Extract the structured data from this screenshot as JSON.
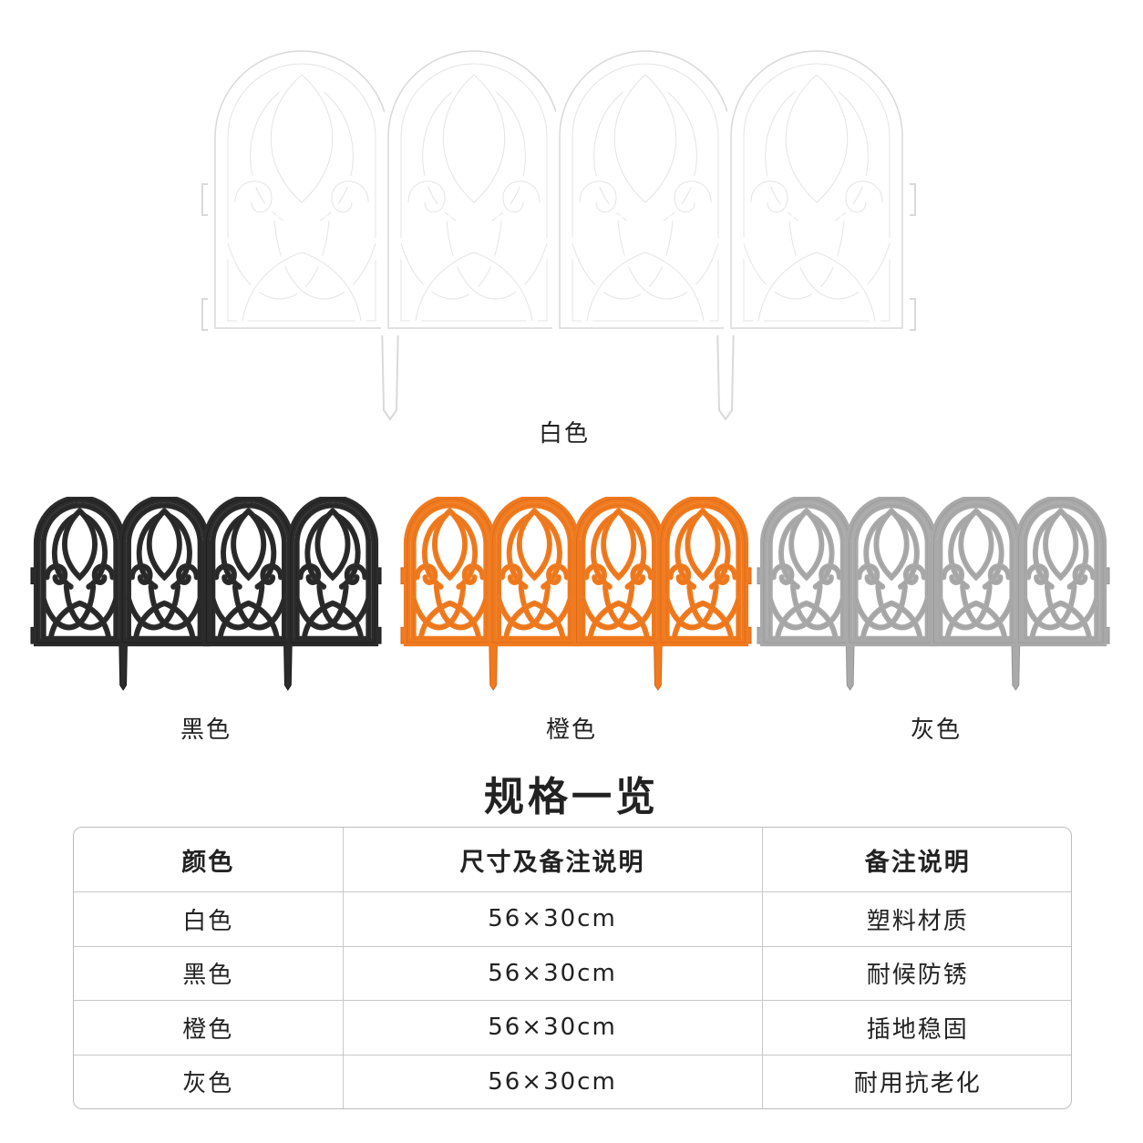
{
  "products": [
    {
      "key": "white",
      "label": "白色",
      "color": "#ffffff",
      "stroke": "#d9d9d9"
    },
    {
      "key": "black",
      "label": "黑色",
      "color": "#2b2b2b",
      "stroke": "#1a1a1a"
    },
    {
      "key": "orange",
      "label": "橙色",
      "color": "#f07a1e",
      "stroke": "#d8661a"
    },
    {
      "key": "gray",
      "label": "灰色",
      "color": "#a9a9a9",
      "stroke": "#969696"
    }
  ],
  "spec": {
    "title": "规格一览",
    "headers": [
      "颜色",
      "尺寸及备注说明",
      "备注说明"
    ],
    "rows": [
      [
        "白色",
        "56×30cm",
        "塑料材质"
      ],
      [
        "黑色",
        "56×30cm",
        "耐候防锈"
      ],
      [
        "橙色",
        "56×30cm",
        "插地稳固"
      ],
      [
        "灰色",
        "56×30cm",
        "耐用抗老化"
      ]
    ]
  }
}
